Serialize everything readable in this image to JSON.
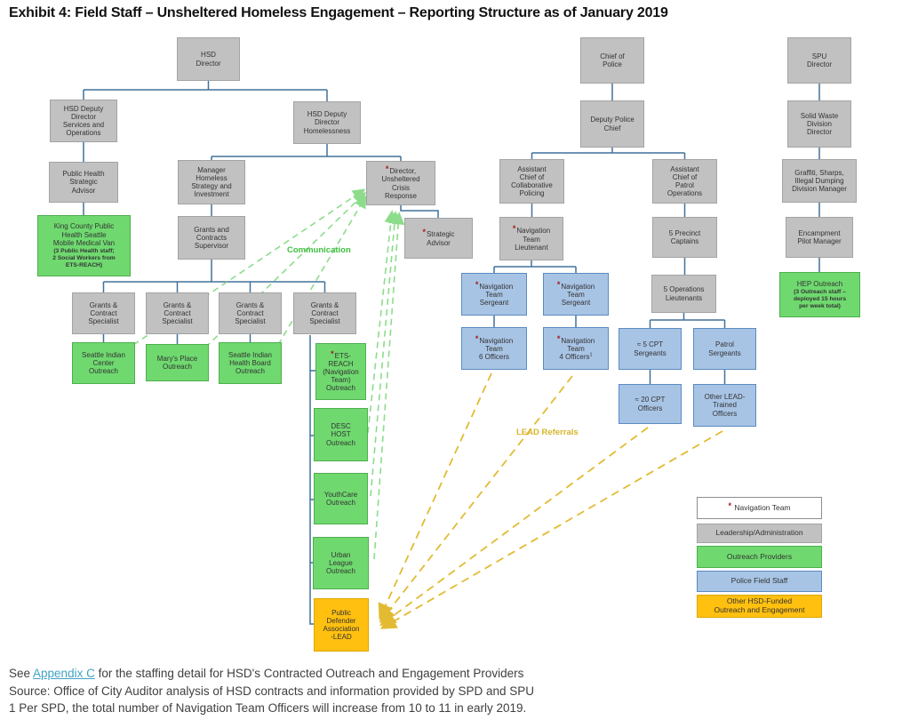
{
  "title": "Exhibit 4: Field Staff – Unsheltered Homeless Engagement – Reporting Structure as of January 2019",
  "markers": {
    "asterisk": "*",
    "footnote": "1"
  },
  "labels": {
    "communication": "Communication",
    "lead_referrals": "LEAD Referrals"
  },
  "colors": {
    "leadership_gray": "#C1C1C1",
    "outreach_green": "#6FD96F",
    "police_blue": "#A8C4E5",
    "other_orange": "#FFC010",
    "connector_blue": "#41719C",
    "communication_green": "#8CDC8C",
    "lead_gold": "#E2BB33",
    "asterisk_red": "#A61C1C"
  },
  "boxes": {
    "hsd_director": {
      "label": "HSD\nDirector"
    },
    "hsd_deputy_services": {
      "label": "HSD Deputy\nDirector\nServices and\nOperations"
    },
    "public_health_advisor": {
      "label": "Public Health\nStrategic\nAdvisor"
    },
    "king_county": {
      "label": "King County Public\nHealth Seattle\nMobile Medical Van",
      "sub": "(3 Public Health staff;\n2 Social Workers from\nETS-REACH)"
    },
    "hsd_deputy_homelessness": {
      "label": "HSD Deputy\nDirector\nHomelessness"
    },
    "manager_homeless": {
      "label": "Manager\nHomeless\nStrategy and\nInvestment"
    },
    "grants_supervisor": {
      "label": "Grants and\nContracts\nSupervisor"
    },
    "specialist_1": {
      "label": "Grants &\nContract\nSpecialist"
    },
    "specialist_2": {
      "label": "Grants &\nContract\nSpecialist"
    },
    "specialist_3": {
      "label": "Grants &\nContract\nSpecialist"
    },
    "specialist_4": {
      "label": "Grants &\nContract\nSpecialist"
    },
    "seattle_indian_center": {
      "label": "Seattle Indian\nCenter\nOutreach"
    },
    "marys_place": {
      "label": "Mary's Place\nOutreach"
    },
    "seattle_indian_health": {
      "label": "Seattle Indian\nHealth Board\nOutreach"
    },
    "ets_reach": {
      "label": "ETS-\nREACH\n(Navigation\nTeam)\nOutreach"
    },
    "desc_host": {
      "label": "DESC\nHOST\nOutreach"
    },
    "youthcare": {
      "label": "YouthCare\nOutreach"
    },
    "urban_league": {
      "label": "Urban\nLeague\nOutreach"
    },
    "pda_lead": {
      "label": "Public\nDefender\nAssociation\n-LEAD"
    },
    "director_unsheltered": {
      "label": "Director,\nUnsheltered\nCrisis\nResponse"
    },
    "strategic_advisor": {
      "label": "Strategic\nAdvisor"
    },
    "chief_of_police": {
      "label": "Chief of\nPolice"
    },
    "deputy_police_chief": {
      "label": "Deputy Police\nChief"
    },
    "asst_chief_collab": {
      "label": "Assistant\nChief of\nCollaborative\nPolicing"
    },
    "nav_lieutenant": {
      "label": "Navigation\nTeam\nLieutenant"
    },
    "nav_sergeant_1": {
      "label": "Navigation\nTeam\nSergeant"
    },
    "nav_sergeant_2": {
      "label": "Navigation\nTeam\nSergeant"
    },
    "nav_officers_6": {
      "label": "Navigation\nTeam\n6 Officers"
    },
    "nav_officers_4": {
      "label": "Navigation\nTeam\n4 Officers"
    },
    "asst_chief_patrol": {
      "label": "Assistant\nChief of\nPatrol\nOperations"
    },
    "precinct_captains": {
      "label": "5 Precinct\nCaptains"
    },
    "ops_lieutenants": {
      "label": "5 Operations\nLieutenants"
    },
    "cpt_sergeants": {
      "label": "≈ 5 CPT\nSergeants"
    },
    "patrol_sergeants": {
      "label": "Patrol\nSergeants"
    },
    "cpt_officers": {
      "label": "≈ 20 CPT\nOfficers"
    },
    "lead_trained": {
      "label": "Other LEAD-\nTrained\nOfficers"
    },
    "spu_director": {
      "label": "SPU\nDirector"
    },
    "solid_waste": {
      "label": "Solid Waste\nDivision\nDirector"
    },
    "graffiti": {
      "label": "Graffiti, Sharps,\nIllegal Dumping\nDivision Manager"
    },
    "encampment": {
      "label": "Encampment\nPilot Manager"
    },
    "hep": {
      "label": "HEP Outreach",
      "sub": "(3 Outreach staff –\ndeployed 15 hours\nper week total)"
    }
  },
  "legend": {
    "nav_team": "Navigation Team",
    "leadership": "Leadership/Administration",
    "outreach": "Outreach Providers",
    "police": "Police Field Staff",
    "other": "Other HSD-Funded\nOutreach and Engagement"
  },
  "footer": {
    "line1_pre": "See ",
    "line1_link": "Appendix C",
    "line1_post": " for the staffing detail for HSD's Contracted Outreach and Engagement Providers",
    "line2": "Source:  Office of City Auditor analysis of HSD contracts and information provided by SPD and SPU",
    "line3": "1 Per SPD, the total number of Navigation Team Officers will increase from 10 to 11 in early 2019."
  }
}
